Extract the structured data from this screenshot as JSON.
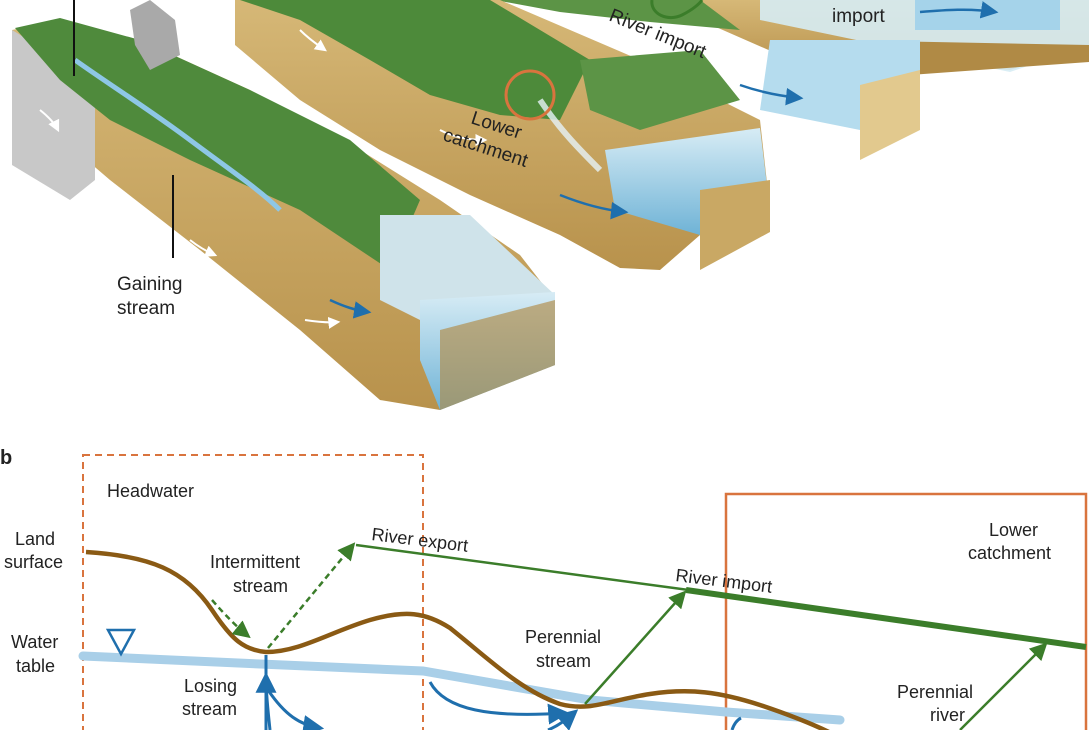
{
  "panel_a": {
    "label_import": "import",
    "label_river_import": "River import",
    "label_lower_catchment_1": "Lower",
    "label_lower_catchment_2": "catchment",
    "label_gaining_1": "Gaining",
    "label_gaining_2": "stream"
  },
  "panel_b": {
    "panel_letter": "b",
    "headwater": "Headwater",
    "land_surface_1": "Land",
    "land_surface_2": "surface",
    "water_table_1": "Water",
    "water_table_2": "table",
    "intermittent_1": "Intermittent",
    "intermittent_2": "stream",
    "river_export": "River export",
    "river_import": "River import",
    "lower_catchment_1": "Lower",
    "lower_catchment_2": "catchment",
    "perennial_stream_1": "Perennial",
    "perennial_stream_2": "stream",
    "losing_1": "Losing",
    "losing_2": "stream",
    "perennial_river_1": "Perennial",
    "perennial_river_2": "river"
  },
  "colors": {
    "land": "#8a5a14",
    "water_table": "#a9cfe8",
    "green": "#3b7d2a",
    "blue": "#1f6fad",
    "orange": "#d9743e",
    "block_soil": "#c9a864",
    "forest": "#4f8a3c",
    "water_block": "#8fc6e0"
  }
}
